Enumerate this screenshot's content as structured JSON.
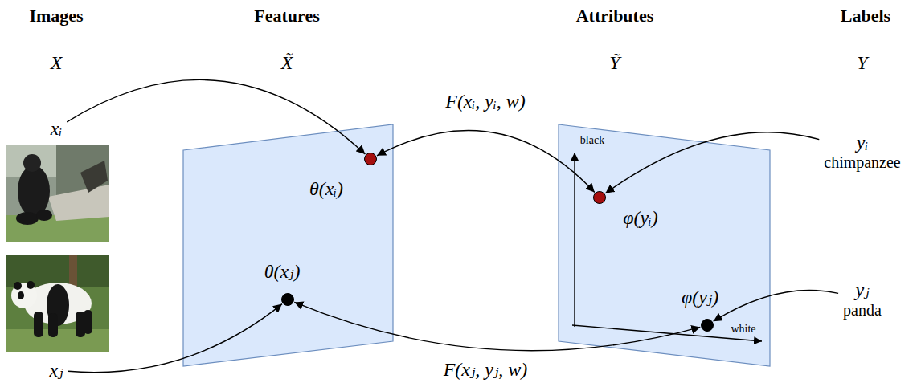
{
  "diagram": {
    "nodes": [
      {
        "text": [
          "xᵢ"
        ]
      },
      {
        "text": [
          "xⱼ"
        ]
      },
      {
        "text": [
          "θ(xᵢ)"
        ]
      },
      {
        "text": [
          "θ(xⱼ)"
        ]
      },
      {
        "text": [
          "φ(yᵢ)"
        ]
      },
      {
        "text": [
          "φ(yⱼ)"
        ]
      },
      {
        "text": [
          "yᵢ",
          "chimpanzee"
        ]
      },
      {
        "text": [
          "yⱼ",
          "panda"
        ]
      }
    ],
    "edges": [
      {
        "from": 0,
        "to": 2,
        "arrow": "to"
      },
      {
        "from": 2,
        "to": 4,
        "label": "F(xᵢ, yᵢ, w)",
        "arrow": "both"
      },
      {
        "from": 6,
        "to": 4,
        "arrow": "to"
      },
      {
        "from": 1,
        "to": 3,
        "arrow": "to"
      },
      {
        "from": 3,
        "to": 5,
        "label": "F(xⱼ, yⱼ, w)",
        "arrow": "both"
      },
      {
        "from": 7,
        "to": 5,
        "arrow": "to"
      }
    ],
    "labels": [
      "Images",
      "Features",
      "Attributes",
      "Labels",
      "X",
      "X̃",
      "Ỹ",
      "Y",
      "black",
      "white"
    ]
  }
}
